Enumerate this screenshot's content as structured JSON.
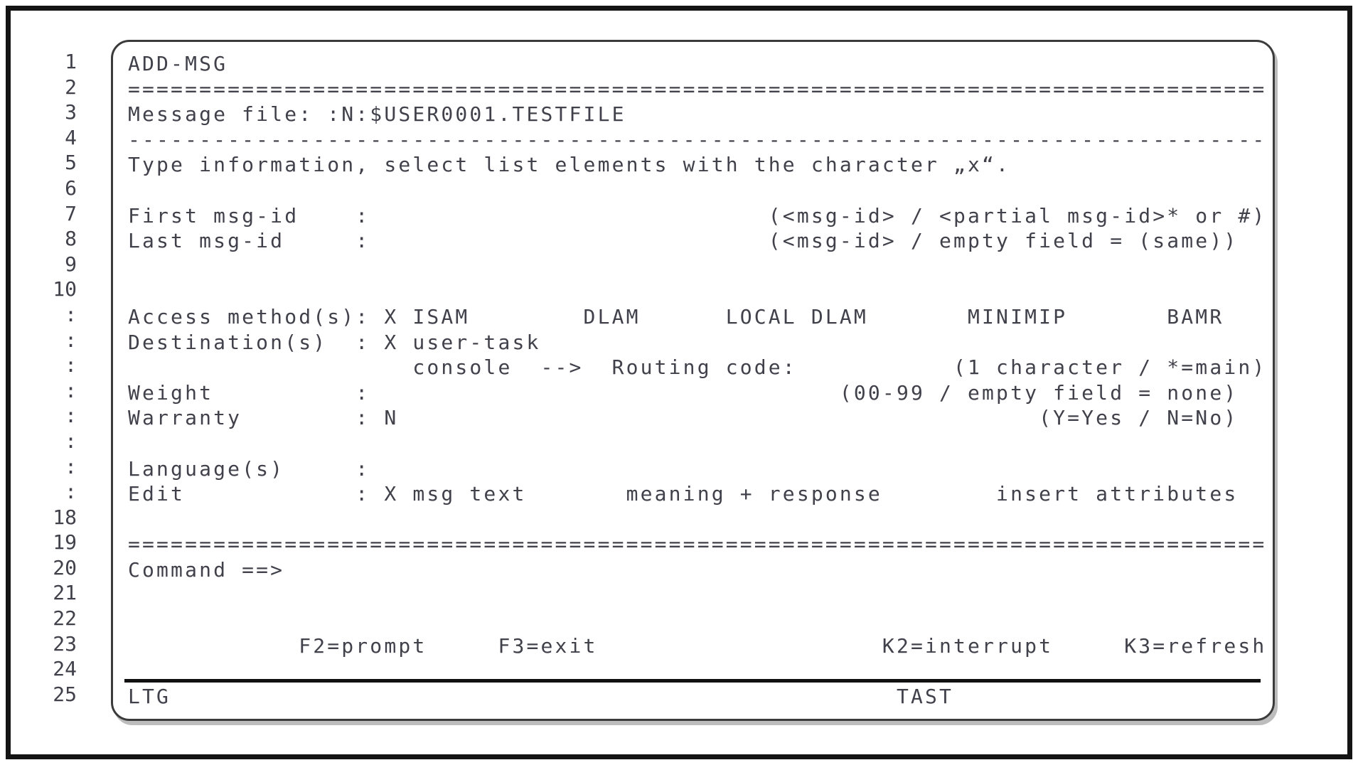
{
  "figure": {
    "screen_title": "ADD-MSG",
    "status_left": "LTG",
    "status_right": "TAST",
    "function_keys": [
      "F2=prompt",
      "F3=exit",
      "K2=interrupt",
      "K3=refresh"
    ]
  },
  "colors": {
    "text": "#41414b",
    "outer_frame": "#141414",
    "terminal_border": "#3b3b3b",
    "status_rule": "#111111",
    "shadow": "#bdbdbd",
    "background": "#ffffff"
  },
  "screen": {
    "rows": [
      {
        "label": "1",
        "name": "screen-title-line",
        "interactable": false,
        "text": "ADD-MSG"
      },
      {
        "label": "2",
        "name": "separator-line",
        "interactable": false,
        "text": "================================================================================"
      },
      {
        "label": "3",
        "name": "message-file-line",
        "interactable": false,
        "text": "Message file: :N:$USER0001.TESTFILE"
      },
      {
        "label": "4",
        "name": "divider-line",
        "interactable": false,
        "text": "--------------------------------------------------------------------------------"
      },
      {
        "label": "5",
        "name": "instruction-line",
        "interactable": false,
        "text": "Type information, select list elements with the character „x“."
      },
      {
        "label": "6",
        "name": "blank-line",
        "interactable": false,
        "text": ""
      },
      {
        "label": "7",
        "name": "first-msg-id-line",
        "interactable": true,
        "text": "First msg-id    :                            (<msg-id> / <partial msg-id>* or #)"
      },
      {
        "label": "8",
        "name": "last-msg-id-line",
        "interactable": true,
        "text": "Last msg-id     :                            (<msg-id> / empty field = (same))"
      },
      {
        "label": "9",
        "name": "blank-line",
        "interactable": false,
        "text": ""
      },
      {
        "label": "10",
        "name": "blank-line",
        "interactable": false,
        "text": ""
      },
      {
        "label": ":",
        "name": "access-methods-line",
        "interactable": true,
        "text": "Access method(s): X ISAM        DLAM      LOCAL DLAM       MINIMIP       BAMR"
      },
      {
        "label": ":",
        "name": "destinations-line",
        "interactable": true,
        "text": "Destination(s)  : X user-task"
      },
      {
        "label": ":",
        "name": "console-routing-line",
        "interactable": true,
        "text": "                    console  -->  Routing code:           (1 character / *=main)"
      },
      {
        "label": ":",
        "name": "weight-line",
        "interactable": true,
        "text": "Weight          :                                 (00-99 / empty field = none)"
      },
      {
        "label": ":",
        "name": "warranty-line",
        "interactable": true,
        "text": "Warranty        : N                                             (Y=Yes / N=No)"
      },
      {
        "label": ":",
        "name": "blank-line",
        "interactable": false,
        "text": ""
      },
      {
        "label": ":",
        "name": "languages-line",
        "interactable": true,
        "text": "Language(s)     :"
      },
      {
        "label": ":",
        "name": "edit-line",
        "interactable": true,
        "text": "Edit            : X msg text       meaning + response        insert attributes"
      },
      {
        "label": "18",
        "name": "blank-line",
        "interactable": false,
        "text": ""
      },
      {
        "label": "19",
        "name": "separator-line",
        "interactable": false,
        "text": "================================================================================"
      },
      {
        "label": "20",
        "name": "command-line",
        "interactable": true,
        "text": "Command ==>"
      },
      {
        "label": "21",
        "name": "blank-line",
        "interactable": false,
        "text": ""
      },
      {
        "label": "22",
        "name": "blank-line",
        "interactable": false,
        "text": ""
      },
      {
        "label": "23",
        "name": "function-keys-line",
        "interactable": true,
        "text": "            F2=prompt     F3=exit                    K2=interrupt     K3=refresh"
      },
      {
        "label": "24",
        "name": "blank-line",
        "interactable": false,
        "text": ""
      },
      {
        "label": "25",
        "name": "status-line",
        "interactable": false,
        "text": "LTG                                                   TAST"
      }
    ]
  }
}
